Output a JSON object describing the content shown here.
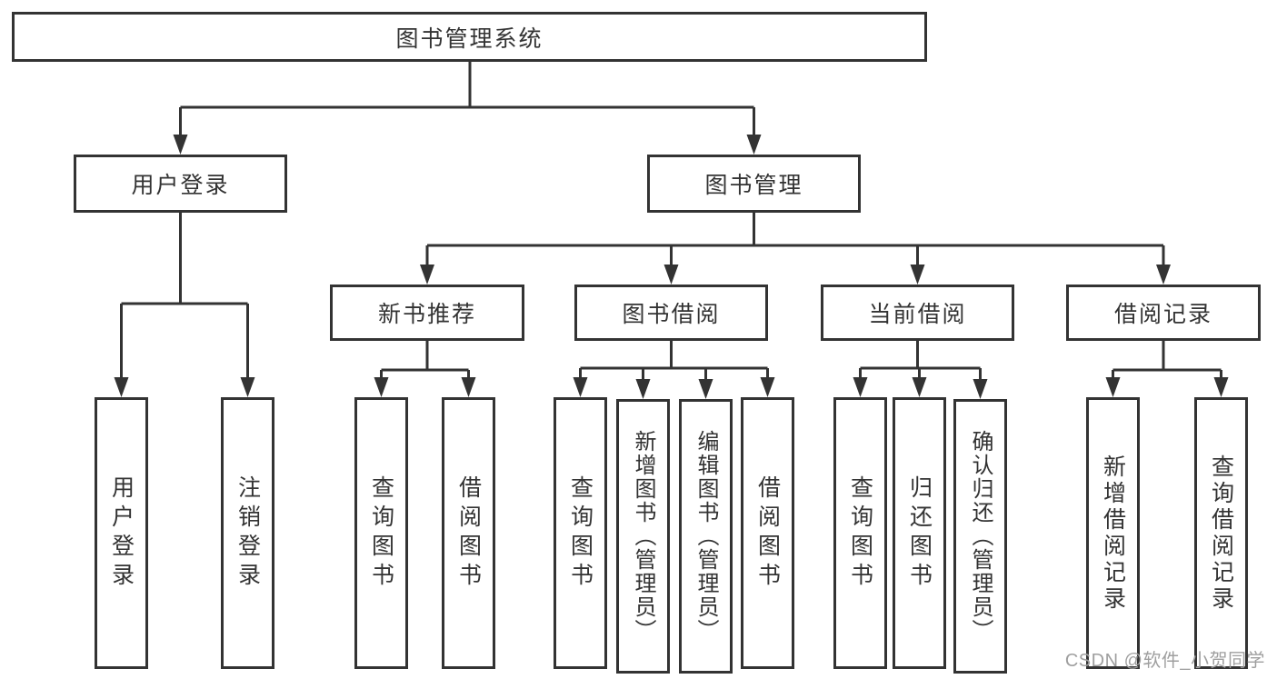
{
  "title": "图书管理系统",
  "nodes": {
    "root": "图书管理系统",
    "user_login": "用户登录",
    "book_mgmt": "图书管理",
    "new_book_rec": "新书推荐",
    "book_borrow": "图书借阅",
    "current_borrow": "当前借阅",
    "borrow_record": "借阅记录",
    "leaf_user_login": "用户登录",
    "leaf_logout": "注销登录",
    "nbr_query_book": "查询图书",
    "nbr_borrow_book": "借阅图书",
    "bb_query_book": "查询图书",
    "bb_add_book": "新增图书（管理员）",
    "bb_edit_book": "编辑图书（管理员）",
    "bb_borrow_book": "借阅图书",
    "cb_query_book": "查询图书",
    "cb_return_book": "归还图书",
    "cb_confirm_return": "确认归还（管理员）",
    "br_add_record": "新增借阅记录",
    "br_query_record": "查询借阅记录"
  },
  "hierarchy": {
    "图书管理系统": {
      "用户登录": [
        "用户登录",
        "注销登录"
      ],
      "图书管理": {
        "新书推荐": [
          "查询图书",
          "借阅图书"
        ],
        "图书借阅": [
          "查询图书",
          "新增图书（管理员）",
          "编辑图书（管理员）",
          "借阅图书"
        ],
        "当前借阅": [
          "查询图书",
          "归还图书",
          "确认归还（管理员）"
        ],
        "借阅记录": [
          "新增借阅记录",
          "查询借阅记录"
        ]
      }
    }
  },
  "watermark": "CSDN @软件_小贺同学",
  "colors": {
    "line": "#333333",
    "box_border": "#333333",
    "text": "#333333",
    "watermark": "#9f9f9f",
    "background": "#ffffff"
  }
}
